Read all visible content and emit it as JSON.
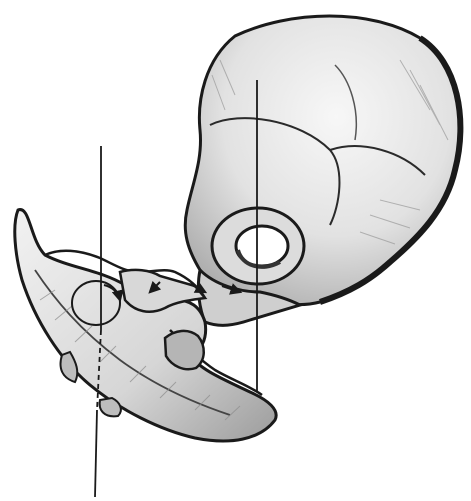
{
  "figure": {
    "subject": "bone-illustration",
    "palette": {
      "background": "#ffffff",
      "ink": "#1a1a1a",
      "shade_light": "#e9e9e9",
      "shade_mid": "#c9c9c9",
      "shade_dark": "#8a8a8a"
    },
    "axes": [
      {
        "name": "left-vertical-axis",
        "style": "solid-with-dashed-segment"
      },
      {
        "name": "right-vertical-axis",
        "style": "solid"
      }
    ],
    "markers": [
      "rotation-arrow-left-circle",
      "arrow-pair-center",
      "rotation-arrow-right-ring"
    ]
  }
}
